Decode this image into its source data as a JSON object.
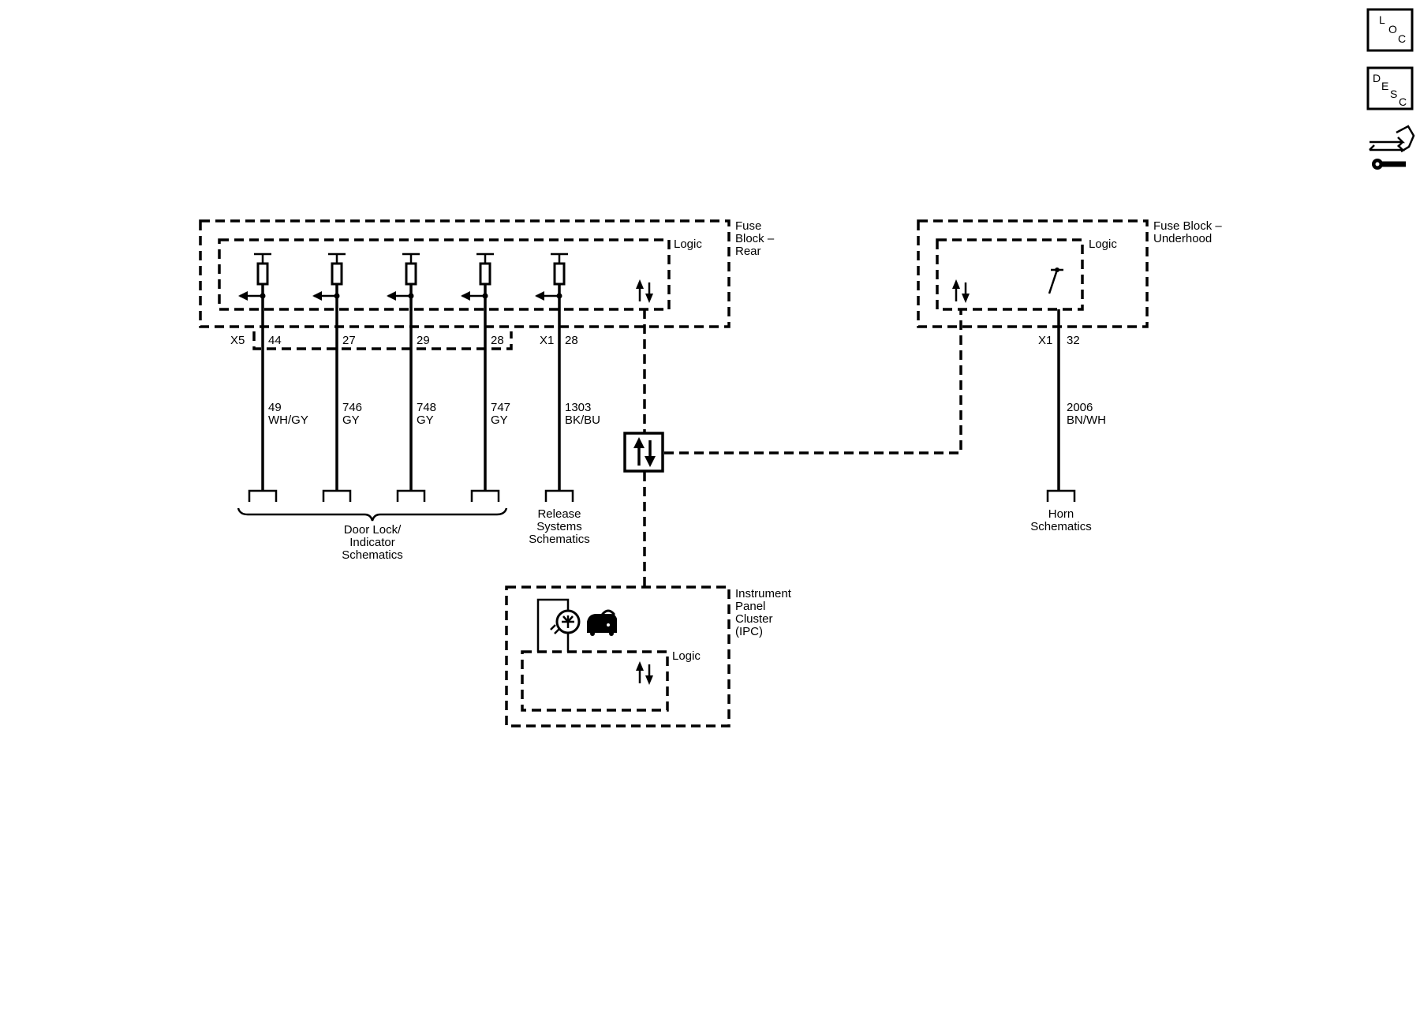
{
  "side_icons": [
    {
      "icon": "location-icon",
      "letters": [
        "L",
        "O",
        "C"
      ]
    },
    {
      "icon": "description-icon",
      "letters": [
        "D",
        "E",
        "S",
        "C"
      ]
    },
    {
      "icon": "connector-wrench-icon"
    }
  ],
  "fuse_block_rear": {
    "label": [
      "Fuse",
      "Block –",
      "Rear"
    ],
    "logic_label": "Logic",
    "connector_x5": "X5",
    "connector_x1": "X1",
    "pins": [
      "44",
      "27",
      "29",
      "28",
      "28"
    ]
  },
  "fuse_block_underhood": {
    "label": [
      "Fuse Block –",
      "Underhood"
    ],
    "logic_label": "Logic",
    "connector": "X1",
    "pin": "32"
  },
  "wires": [
    {
      "circuit": "49",
      "color": "WH/GY"
    },
    {
      "circuit": "746",
      "color": "GY"
    },
    {
      "circuit": "748",
      "color": "GY"
    },
    {
      "circuit": "747",
      "color": "GY"
    },
    {
      "circuit": "1303",
      "color": "BK/BU"
    },
    {
      "circuit": "2006",
      "color": "BN/WH"
    }
  ],
  "references": {
    "door_lock": [
      "Door Lock/",
      "Indicator",
      "Schematics"
    ],
    "release": [
      "Release",
      "Systems",
      "Schematics"
    ],
    "horn": [
      "Horn",
      "Schematics"
    ]
  },
  "ipc": {
    "label": [
      "Instrument",
      "Panel",
      "Cluster",
      "(IPC)"
    ],
    "logic_label": "Logic"
  }
}
